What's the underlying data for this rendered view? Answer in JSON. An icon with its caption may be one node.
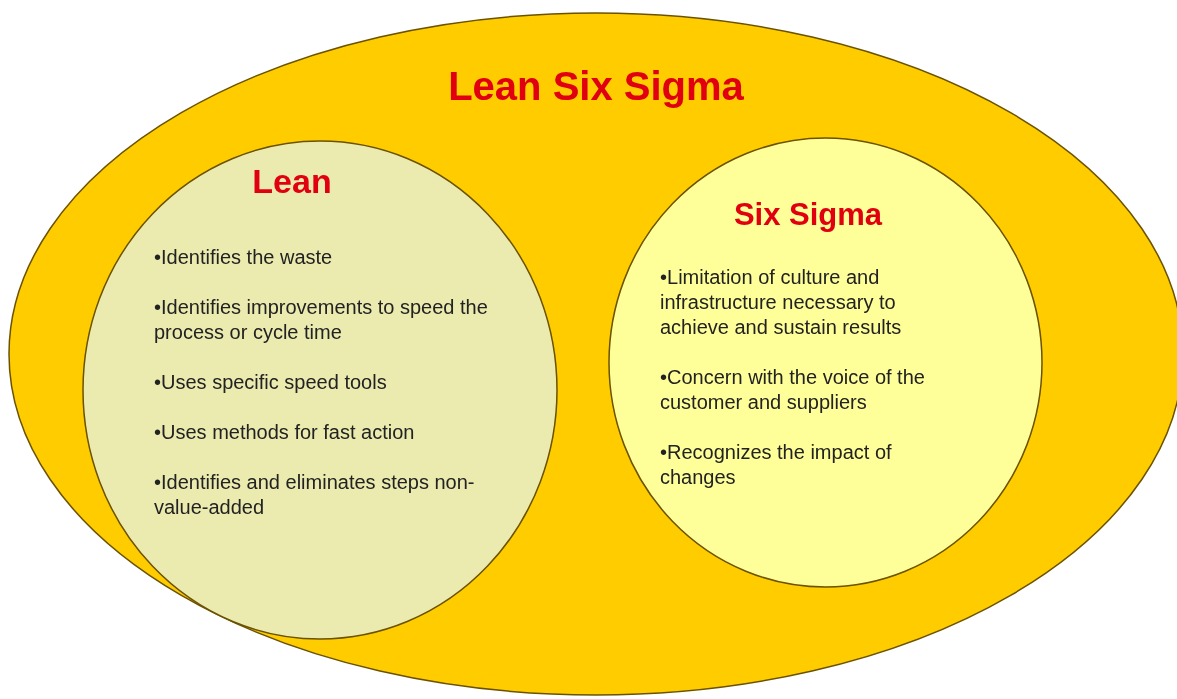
{
  "diagram": {
    "nodes": [
      {
        "text": [
          "Lean Six Sigma"
        ]
      },
      {
        "text": [
          "Lean",
          "•Identifies the waste",
          "•Identifies improvements to speed the process or cycle time",
          "•Uses specific speed tools",
          "•Uses methods for fast action",
          "•Identifies and eliminates steps non-value-added"
        ],
        "in": 0
      },
      {
        "text": [
          "Six Sigma",
          "•Limitation of culture and infrastructure necessary to achieve and sustain results",
          "•Concern with the voice of the customer and suppliers",
          "•Recognizes the impact of changes"
        ],
        "in": 0
      }
    ]
  }
}
